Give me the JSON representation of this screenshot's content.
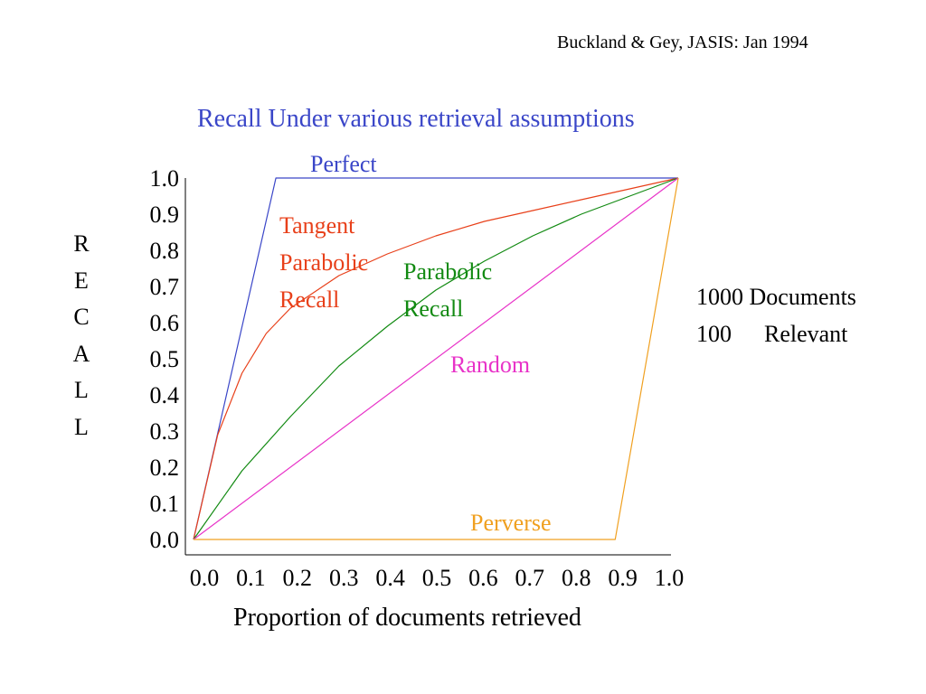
{
  "citation": "Buckland & Gey,  JASIS: Jan 1994",
  "notes": {
    "documents": "1000 Documents",
    "relevant_count": "100",
    "relevant_label": "Relevant"
  },
  "chart_data": {
    "type": "line",
    "title": "Recall Under various retrieval assumptions",
    "xlabel": "Proportion of documents retrieved",
    "ylabel": "RECALL",
    "xlim": [
      0,
      1
    ],
    "ylim": [
      0,
      1
    ],
    "xticks": [
      "0.0",
      "0.1",
      "0.2",
      "0.3",
      "0.4",
      "0.5",
      "0.6",
      "0.7",
      "0.8",
      "0.9",
      "1.0"
    ],
    "yticks": [
      "0.0",
      "0.1",
      "0.2",
      "0.3",
      "0.4",
      "0.5",
      "0.6",
      "0.7",
      "0.8",
      "0.9",
      "1.0"
    ],
    "series": [
      {
        "name": "Perfect",
        "color": "#3a46c8",
        "x": [
          0,
          0.17,
          1.0
        ],
        "y": [
          0,
          1.0,
          1.0
        ]
      },
      {
        "name": "Tangent Parabolic Recall",
        "color": "#e8401a",
        "x": [
          0,
          0.05,
          0.1,
          0.15,
          0.2,
          0.3,
          0.4,
          0.5,
          0.6,
          0.7,
          0.8,
          0.9,
          1.0
        ],
        "y": [
          0,
          0.29,
          0.46,
          0.57,
          0.64,
          0.73,
          0.79,
          0.84,
          0.88,
          0.91,
          0.94,
          0.97,
          1.0
        ]
      },
      {
        "name": "Parabolic Recall",
        "color": "#128a12",
        "x": [
          0,
          0.1,
          0.2,
          0.3,
          0.4,
          0.5,
          0.6,
          0.7,
          0.8,
          0.9,
          1.0
        ],
        "y": [
          0,
          0.19,
          0.34,
          0.48,
          0.59,
          0.69,
          0.77,
          0.84,
          0.9,
          0.95,
          1.0
        ]
      },
      {
        "name": "Random",
        "color": "#e833c8",
        "x": [
          0,
          1.0
        ],
        "y": [
          0,
          1.0
        ]
      },
      {
        "name": "Perverse",
        "color": "#f0a020",
        "x": [
          0,
          0.87,
          1.0
        ],
        "y": [
          0,
          0,
          1.0
        ]
      }
    ],
    "labels": {
      "perfect": "Perfect",
      "tangent": [
        "Tangent",
        "Parabolic",
        "Recall"
      ],
      "parabolic": [
        "Parabolic",
        "Recall"
      ],
      "random": "Random",
      "perverse": "Perverse"
    },
    "title_color": "#3a46c8"
  }
}
